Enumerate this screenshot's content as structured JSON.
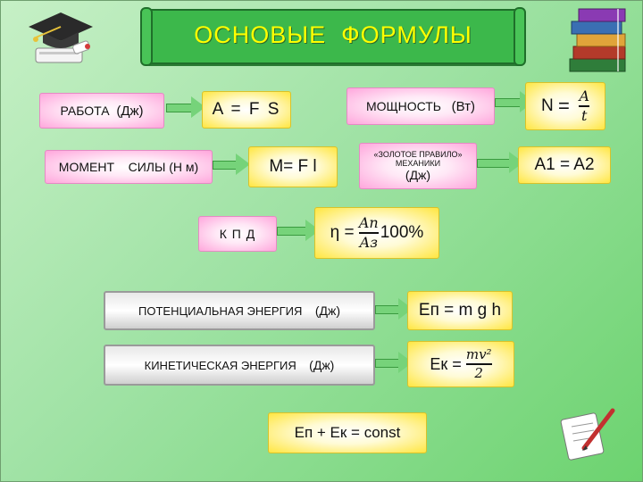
{
  "header": {
    "title": "ОСНОВЫЕ  ФОРМУЛЫ"
  },
  "work": {
    "label": "РАБОТА",
    "unit": "(Дж)",
    "formula": "A = F S"
  },
  "power": {
    "label": "МОЩНОСТЬ",
    "unit": "(Вт)",
    "lhs": "N",
    "eq": "=",
    "num": "A",
    "den": "t"
  },
  "moment": {
    "label": "МОМЕНТ",
    "label2": "СИЛЫ",
    "unit": "(Н м)",
    "formula": "M= F l"
  },
  "golden": {
    "line1": "«ЗОЛОТОЕ  ПРАВИЛО»",
    "line2": "МЕХАНИКИ",
    "unit": "(Дж)",
    "formula": "A1 = A2"
  },
  "efficiency": {
    "label": "К П Д",
    "lhs": "η =",
    "num": "Aп",
    "den": "Aз",
    "rhs": "100%"
  },
  "potential": {
    "label": "ПОТЕНЦИАЛЬНАЯ  ЭНЕРГИЯ",
    "unit": "(Дж)",
    "formula": "Eп = m g h"
  },
  "kinetic": {
    "label": "КИНЕТИЧЕСКАЯ  ЭНЕРГИЯ",
    "unit": "(Дж)",
    "lhs": "Eк =",
    "num": "mv²",
    "den": "2"
  },
  "conservation": {
    "formula": "Eп + Eк = const"
  },
  "icons": [
    "graduation-cap-icon",
    "books-icon",
    "notebook-pen-icon"
  ],
  "colors": {
    "background": "#9fe2a4",
    "banner": "#3cb84b",
    "title": "#ffff00",
    "pink": "#ffa6dc",
    "yellow": "#ffe640",
    "arrow": "#76d37a"
  }
}
